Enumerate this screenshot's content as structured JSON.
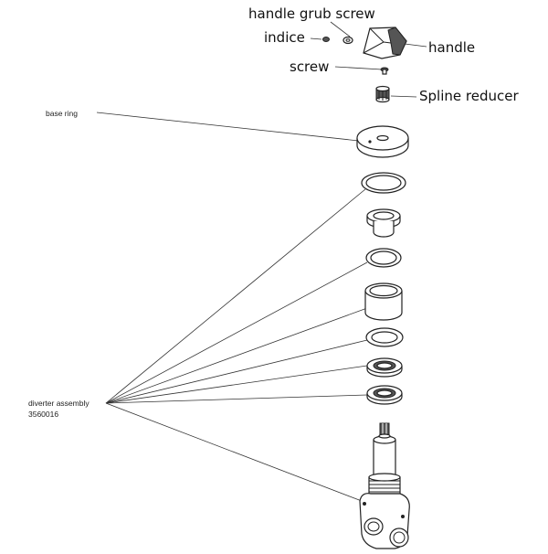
{
  "labels": {
    "handle_grub_screw": "handle grub screw",
    "indice": "indice",
    "handle": "handle",
    "screw": "screw",
    "spline_reducer": "Spline reducer",
    "base_ring": "base ring",
    "diverter_assembly": "diverter assembly",
    "part_number": "3560016"
  }
}
